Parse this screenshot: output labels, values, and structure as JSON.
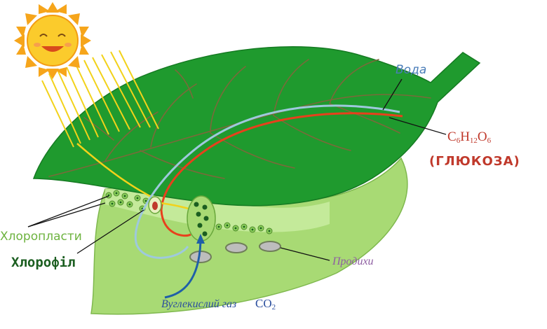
{
  "labels": {
    "water": "Вода",
    "glucose_formula": {
      "c": "C",
      "c_sub": "6",
      "h": "H",
      "h_sub": "12",
      "o": "O",
      "o_sub": "6"
    },
    "glucose_name": "(ГЛЮКОЗА)",
    "chloroplasts": "Хлоропласти",
    "chlorophyll": "Хлорофіл",
    "stomata": "Продихи",
    "carbon_dioxide_name": "Вуглекислий газ",
    "co2": {
      "co": "CO",
      "sub": "2"
    }
  },
  "colors": {
    "water": "#4a7db8",
    "glucose": "#c0392b",
    "chloroplasts": "#6db33f",
    "chlorophyll": "#1b5e20",
    "stomata": "#8e5ea2",
    "carbon_dioxide": "#2c4f9e",
    "leaf_top": "#1f9a2e",
    "leaf_underside": "#9bd46a",
    "vein": "#7a6a3a",
    "sun": "#f6b21b",
    "sun_rays": "#f2d21a",
    "water_flow": "#9ec9dd",
    "glucose_flow": "#e8401c",
    "co2_arrow": "#1f5fa8"
  },
  "icons": {
    "sun": "smiling-sun-icon"
  }
}
